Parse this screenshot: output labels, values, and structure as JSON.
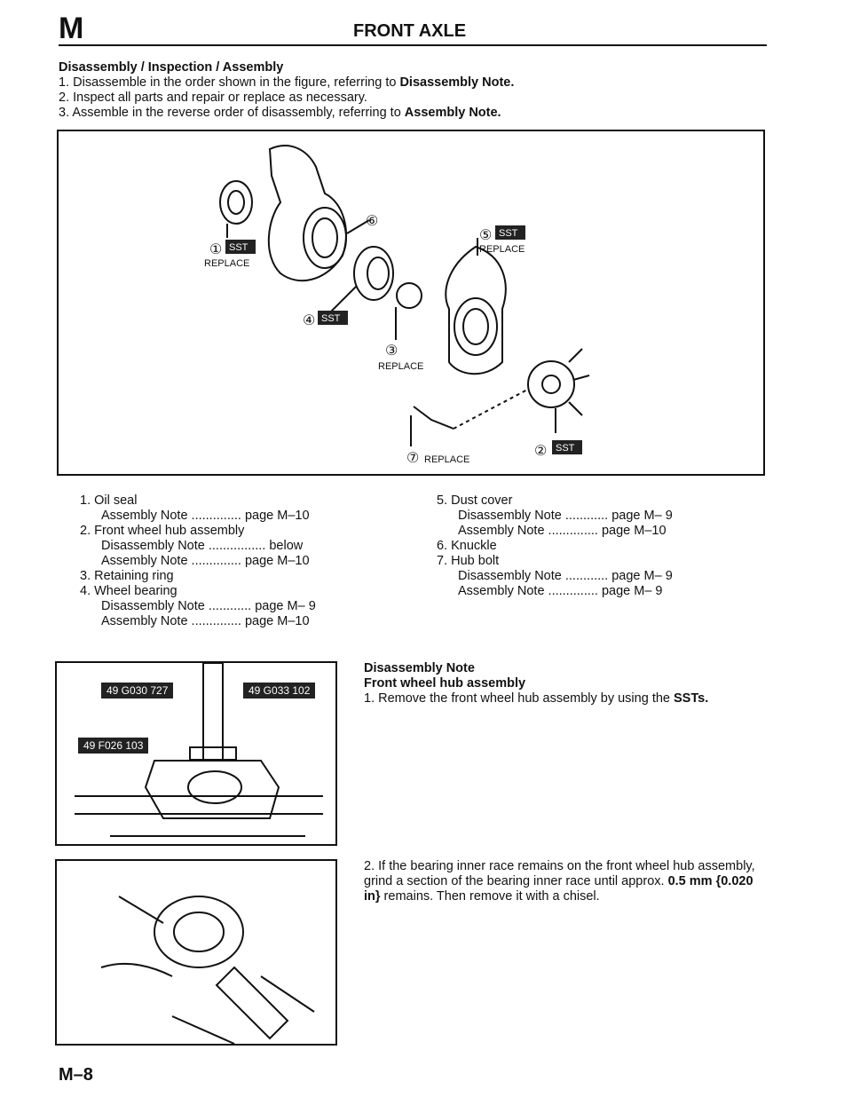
{
  "header": {
    "letter": "M",
    "title": "FRONT AXLE"
  },
  "intro": {
    "heading": "Disassembly / Inspection / Assembly",
    "step1_a": "1. Disassemble in the order shown in the figure, referring to ",
    "step1_b": "Disassembly Note.",
    "step2": "2. Inspect all parts and repair or replace as necessary.",
    "step3_a": "3. Assemble in the reverse order of disassembly, referring to ",
    "step3_b": "Assembly Note."
  },
  "diagram": {
    "callouts": {
      "c1": "①",
      "c2": "②",
      "c3": "③",
      "c4": "④",
      "c5": "⑤",
      "c6": "⑥",
      "c7": "⑦"
    },
    "sst": "SST",
    "replace": "REPLACE"
  },
  "parts_left": [
    {
      "text": "1. Oil seal",
      "indent": false
    },
    {
      "text": "Assembly Note .............. page M–10",
      "indent": true
    },
    {
      "text": "2. Front wheel hub assembly",
      "indent": false
    },
    {
      "text": "Disassembly Note ................ below",
      "indent": true
    },
    {
      "text": "Assembly Note .............. page M–10",
      "indent": true
    },
    {
      "text": "3. Retaining ring",
      "indent": false
    },
    {
      "text": "4. Wheel bearing",
      "indent": false
    },
    {
      "text": "Disassembly Note ............ page M– 9",
      "indent": true
    },
    {
      "text": "Assembly Note .............. page M–10",
      "indent": true
    }
  ],
  "parts_right": [
    {
      "text": "5. Dust cover",
      "indent": false
    },
    {
      "text": "Disassembly Note ............ page M– 9",
      "indent": true
    },
    {
      "text": "Assembly Note .............. page M–10",
      "indent": true
    },
    {
      "text": "6. Knuckle",
      "indent": false
    },
    {
      "text": "7. Hub bolt",
      "indent": false
    },
    {
      "text": "Disassembly Note ............ page M– 9",
      "indent": true
    },
    {
      "text": "Assembly Note .............. page M– 9",
      "indent": true
    }
  ],
  "fig1": {
    "tag1": "49 G030 727",
    "tag2": "49 G033 102",
    "tag3": "49 F026 103"
  },
  "note": {
    "heading": "Disassembly Note",
    "subheading": "Front wheel hub assembly",
    "step1_a": "1. Remove the front wheel hub assembly by using the ",
    "step1_b": "SSTs.",
    "step2_a": "2. If the bearing inner race remains on the front wheel hub assembly, grind a section of the bearing inner race until approx. ",
    "step2_b": "0.5 mm {0.020 in}",
    "step2_c": " remains. Then remove it with a chisel."
  },
  "footer": {
    "page": "M–8"
  }
}
